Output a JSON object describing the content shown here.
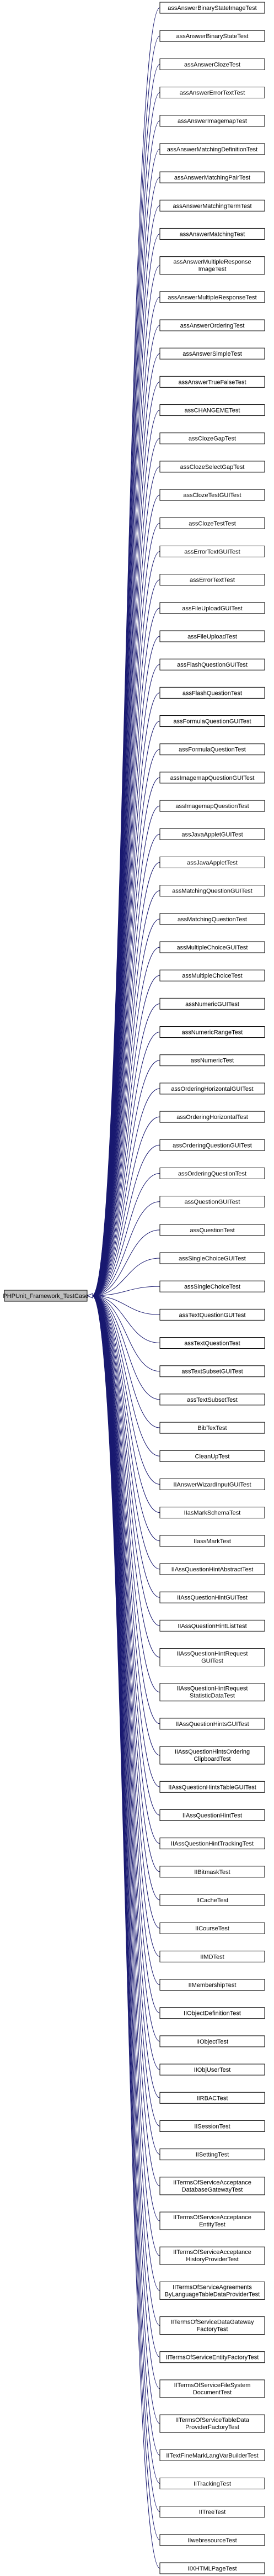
{
  "diagram": {
    "root": {
      "label": [
        "PHPUnit_Framework_TestCase"
      ],
      "fill": "#bfbfbf"
    },
    "edge_color": "#191970",
    "children": [
      [
        "assAnswerBinaryStateImageTest"
      ],
      [
        "assAnswerBinaryStateTest"
      ],
      [
        "assAnswerClozeTest"
      ],
      [
        "assAnswerErrorTextTest"
      ],
      [
        "assAnswerImagemapTest"
      ],
      [
        "assAnswerMatchingDefinitionTest"
      ],
      [
        "assAnswerMatchingPairTest"
      ],
      [
        "assAnswerMatchingTermTest"
      ],
      [
        "assAnswerMatchingTest"
      ],
      [
        "assAnswerMultipleResponse",
        "ImageTest"
      ],
      [
        "assAnswerMultipleResponseTest"
      ],
      [
        "assAnswerOrderingTest"
      ],
      [
        "assAnswerSimpleTest"
      ],
      [
        "assAnswerTrueFalseTest"
      ],
      [
        "assCHANGEMETest"
      ],
      [
        "assClozeGapTest"
      ],
      [
        "assClozeSelectGapTest"
      ],
      [
        "assClozeTestGUITest"
      ],
      [
        "assClozeTestTest"
      ],
      [
        "assErrorTextGUITest"
      ],
      [
        "assErrorTextTest"
      ],
      [
        "assFileUploadGUITest"
      ],
      [
        "assFileUploadTest"
      ],
      [
        "assFlashQuestionGUITest"
      ],
      [
        "assFlashQuestionTest"
      ],
      [
        "assFormulaQuestionGUITest"
      ],
      [
        "assFormulaQuestionTest"
      ],
      [
        "assImagemapQuestionGUITest"
      ],
      [
        "assImagemapQuestionTest"
      ],
      [
        "assJavaAppletGUITest"
      ],
      [
        "assJavaAppletTest"
      ],
      [
        "assMatchingQuestionGUITest"
      ],
      [
        "assMatchingQuestionTest"
      ],
      [
        "assMultipleChoiceGUITest"
      ],
      [
        "assMultipleChoiceTest"
      ],
      [
        "assNumericGUITest"
      ],
      [
        "assNumericRangeTest"
      ],
      [
        "assNumericTest"
      ],
      [
        "assOrderingHorizontalGUITest"
      ],
      [
        "assOrderingHorizontalTest"
      ],
      [
        "assOrderingQuestionGUITest"
      ],
      [
        "assOrderingQuestionTest"
      ],
      [
        "assQuestionGUITest"
      ],
      [
        "assQuestionTest"
      ],
      [
        "assSingleChoiceGUITest"
      ],
      [
        "assSingleChoiceTest"
      ],
      [
        "assTextQuestionGUITest"
      ],
      [
        "assTextQuestionTest"
      ],
      [
        "assTextSubsetGUITest"
      ],
      [
        "assTextSubsetTest"
      ],
      [
        "BibTexTest"
      ],
      [
        "CleanUpTest"
      ],
      [
        "IIAnswerWizardInputGUITest"
      ],
      [
        "IIasMarkSchemaTest"
      ],
      [
        "IIassMarkTest"
      ],
      [
        "IIAssQuestionHintAbstractTest"
      ],
      [
        "IIAssQuestionHintGUITest"
      ],
      [
        "IIAssQuestionHintListTest"
      ],
      [
        "IIAssQuestionHintRequest",
        "GUITest"
      ],
      [
        "IIAssQuestionHintRequest",
        "StatisticDataTest"
      ],
      [
        "IIAssQuestionHintsGUITest"
      ],
      [
        "IIAssQuestionHintsOrdering",
        "ClipboardTest"
      ],
      [
        "IIAssQuestionHintsTableGUITest"
      ],
      [
        "IIAssQuestionHintTest"
      ],
      [
        "IIAssQuestionHintTrackingTest"
      ],
      [
        "IIBitmaskTest"
      ],
      [
        "IICacheTest"
      ],
      [
        "IICourseTest"
      ],
      [
        "IIMDTest"
      ],
      [
        "IIMembershipTest"
      ],
      [
        "IIObjectDefinitionTest"
      ],
      [
        "IIObjectTest"
      ],
      [
        "IIObjUserTest"
      ],
      [
        "IIRBACTest"
      ],
      [
        "IISessionTest"
      ],
      [
        "IISettingTest"
      ],
      [
        "IITermsOfServiceAcceptance",
        "DatabaseGatewayTest"
      ],
      [
        "IITermsOfServiceAcceptance",
        "EntityTest"
      ],
      [
        "IITermsOfServiceAcceptance",
        "HistoryProviderTest"
      ],
      [
        "IITermsOfServiceAgreements",
        "ByLanguageTableDataProviderTest"
      ],
      [
        "IITermsOfServiceDataGateway",
        "FactoryTest"
      ],
      [
        "IITermsOfServiceEntityFactoryTest"
      ],
      [
        "IITermsOfServiceFileSystem",
        "DocumentTest"
      ],
      [
        "IITermsOfServiceTableData",
        "ProviderFactoryTest"
      ],
      [
        "IITextFineMarkLangVarBuilderTest"
      ],
      [
        "IITrackingTest"
      ],
      [
        "IITreeTest"
      ],
      [
        "IIwebresourceTest"
      ],
      [
        "IIXHTMLPageTest"
      ]
    ]
  }
}
